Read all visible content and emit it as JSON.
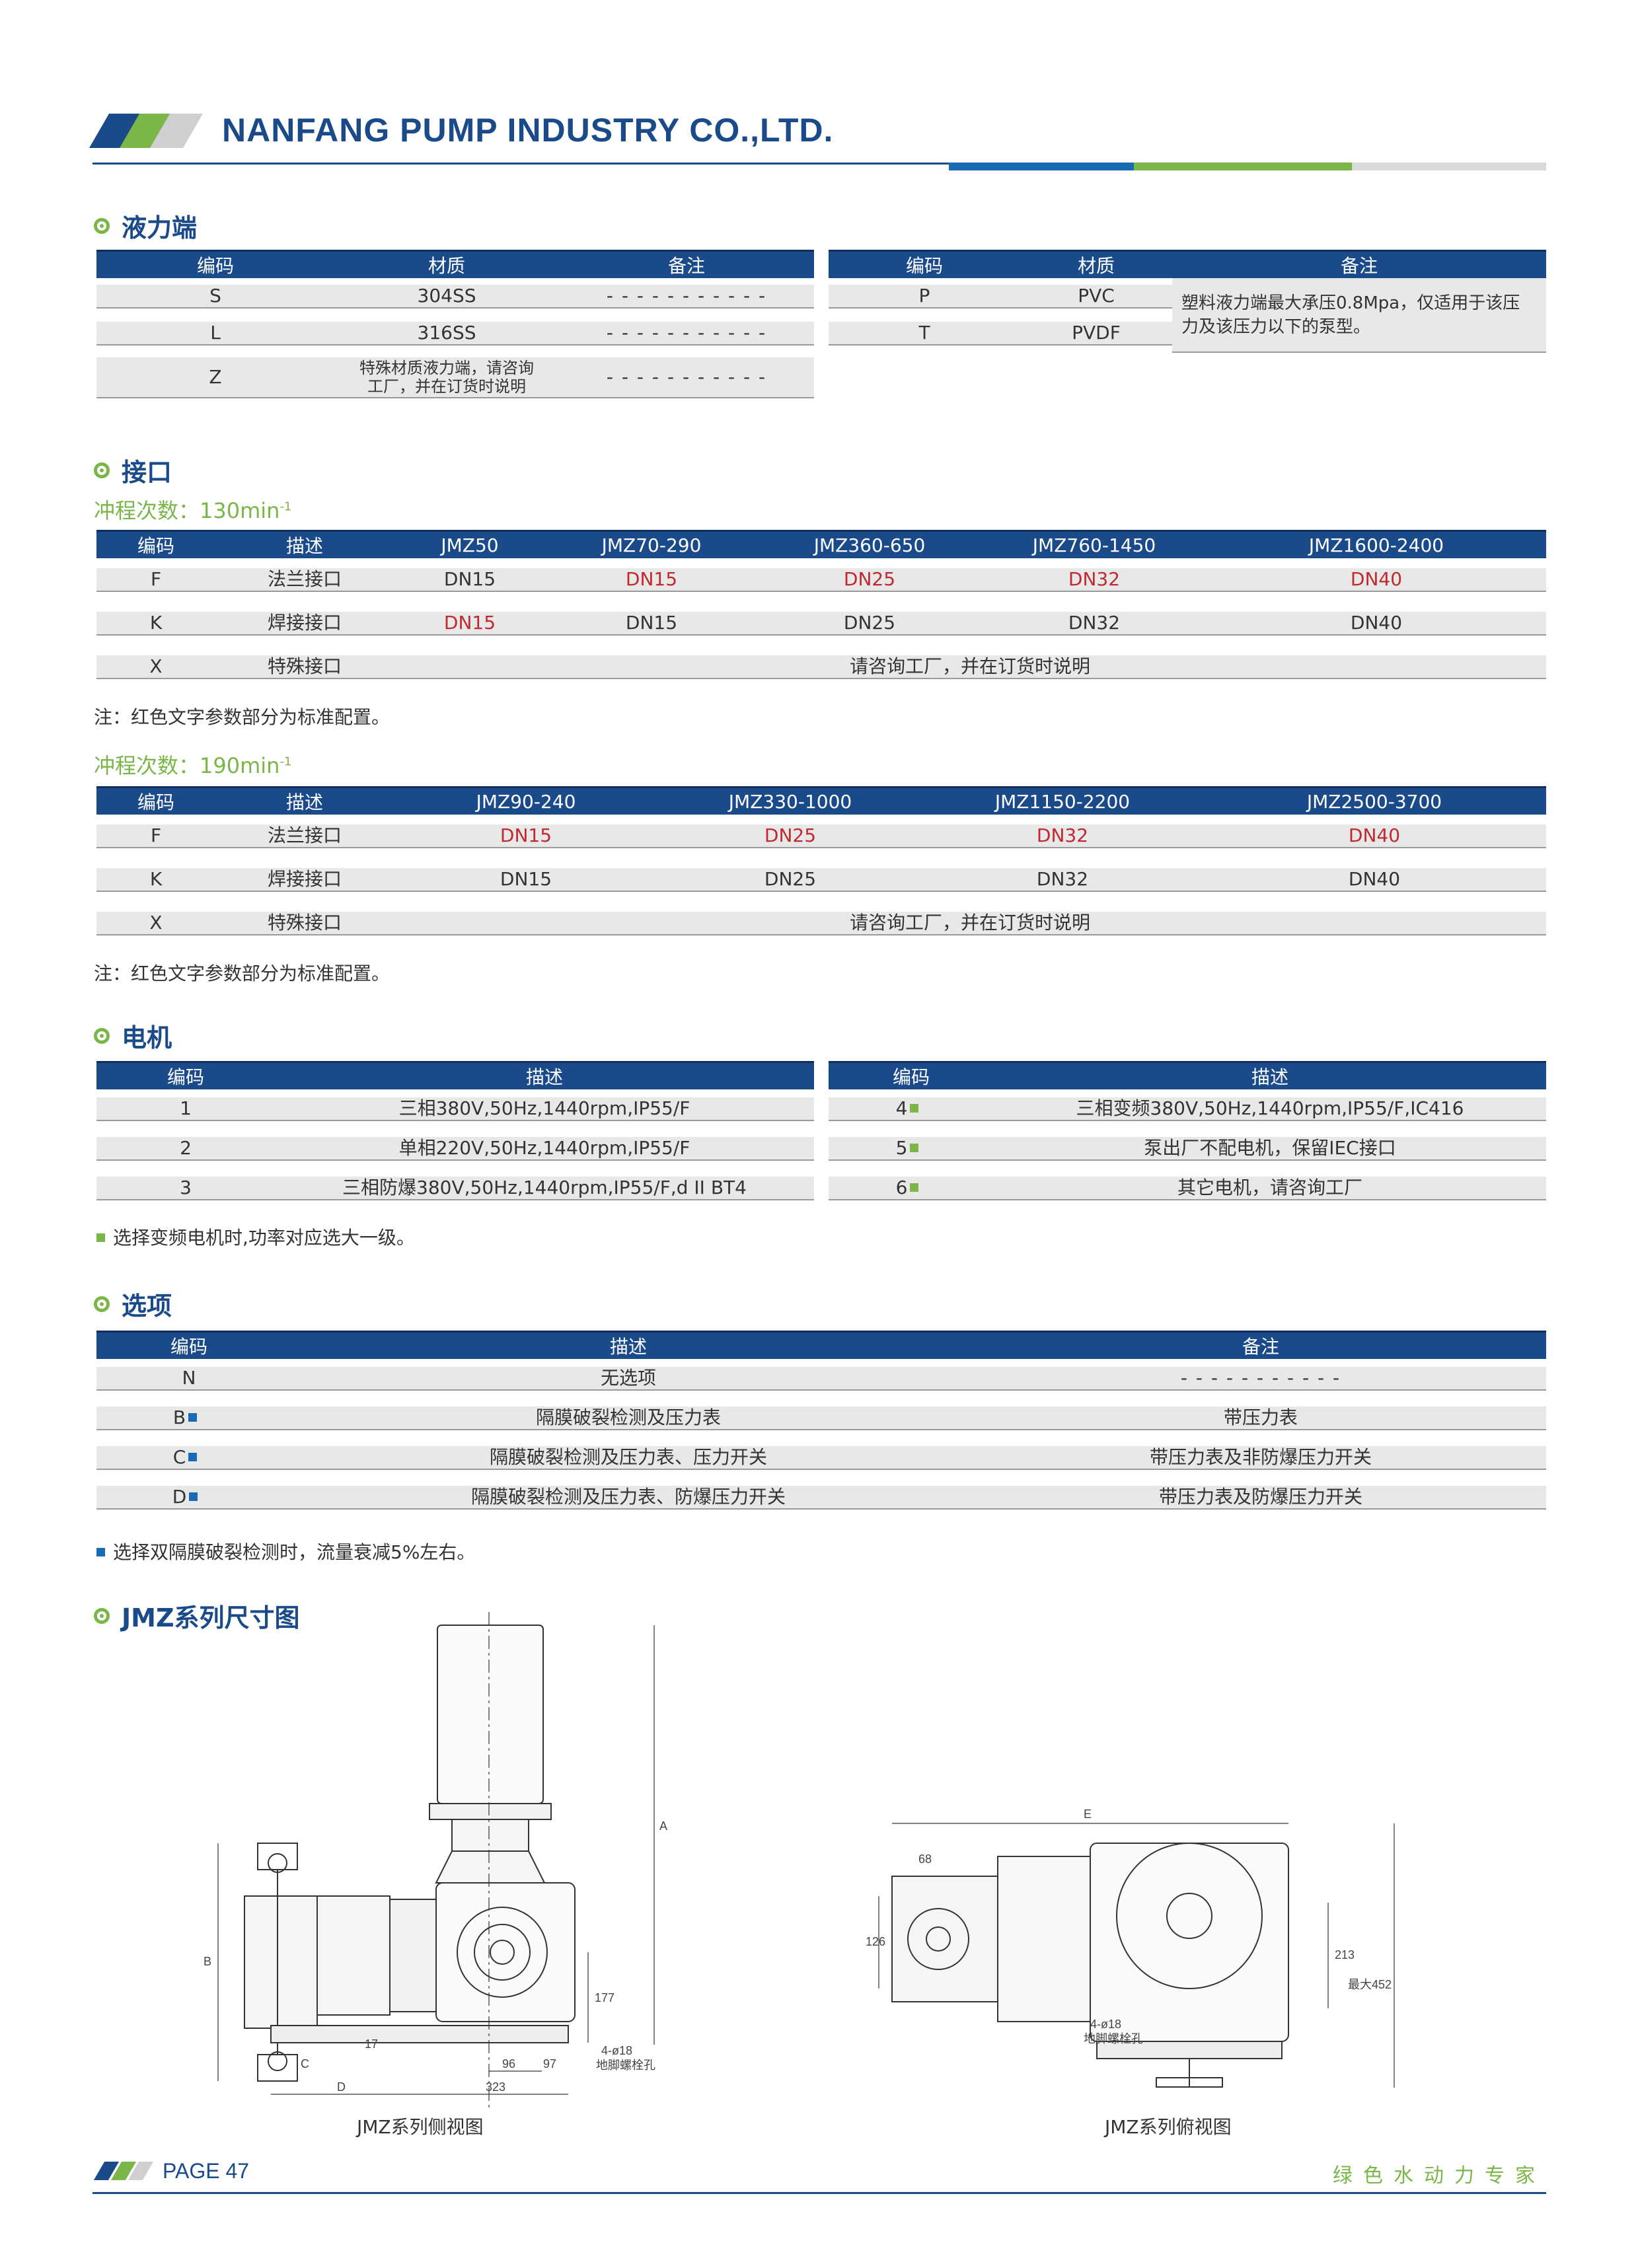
{
  "header": {
    "company": "NANFANG PUMP INDUSTRY CO.,LTD."
  },
  "colors": {
    "brand_blue": "#1a4a8a",
    "brand_green": "#7ab648",
    "highlight_red": "#c0292f",
    "row_gray": "#e8e8e8"
  },
  "hydraulic": {
    "title": "液力端",
    "left_headers": [
      "编码",
      "材质",
      "备注"
    ],
    "left_rows": [
      {
        "code": "S",
        "material": "304SS",
        "remark": "- - - - - - - - - - -"
      },
      {
        "code": "L",
        "material": "316SS",
        "remark": "- - - - - - - - - - -"
      },
      {
        "code": "Z",
        "material_line1": "特殊材质液力端，请咨询",
        "material_line2": "工厂，并在订货时说明",
        "remark": "- - - - - - - - - - -"
      }
    ],
    "right_headers": [
      "编码",
      "材质",
      "备注"
    ],
    "right_rows": [
      {
        "code": "P",
        "material": "PVC"
      },
      {
        "code": "T",
        "material": "PVDF"
      }
    ],
    "right_remark": "塑料液力端最大承压0.8Mpa，仅适用于该压力及该压力以下的泵型。"
  },
  "connection": {
    "title": "接口",
    "group1": {
      "label": "冲程次数：130min",
      "sup": "-1",
      "headers": [
        "编码",
        "描述",
        "JMZ50",
        "JMZ70-290",
        "JMZ360-650",
        "JMZ760-1450",
        "JMZ1600-2400"
      ],
      "rows": [
        {
          "code": "F",
          "desc": "法兰接口",
          "v": [
            "DN15",
            "DN15",
            "DN25",
            "DN32",
            "DN40"
          ]
        },
        {
          "code": "K",
          "desc": "焊接接口",
          "v": [
            "DN15",
            "DN15",
            "DN25",
            "DN32",
            "DN40"
          ]
        }
      ],
      "special": {
        "code": "X",
        "desc": "特殊接口",
        "text": "请咨询工厂，并在订货时说明"
      }
    },
    "note1": "注：红色文字参数部分为标准配置。",
    "group2": {
      "label": "冲程次数：190min",
      "sup": "-1",
      "headers": [
        "编码",
        "描述",
        "JMZ90-240",
        "JMZ330-1000",
        "JMZ1150-2200",
        "JMZ2500-3700"
      ],
      "rows": [
        {
          "code": "F",
          "desc": "法兰接口",
          "v": [
            "DN15",
            "DN25",
            "DN32",
            "DN40"
          ]
        },
        {
          "code": "K",
          "desc": "焊接接口",
          "v": [
            "DN15",
            "DN25",
            "DN32",
            "DN40"
          ]
        }
      ],
      "special": {
        "code": "X",
        "desc": "特殊接口",
        "text": "请咨询工厂，并在订货时说明"
      }
    },
    "note2": "注：红色文字参数部分为标准配置。"
  },
  "motor": {
    "title": "电机",
    "headers": [
      "编码",
      "描述"
    ],
    "left_rows": [
      {
        "code": "1",
        "desc": "三相380V,50Hz,1440rpm,IP55/F"
      },
      {
        "code": "2",
        "desc": "单相220V,50Hz,1440rpm,IP55/F"
      },
      {
        "code": "3",
        "desc": "三相防爆380V,50Hz,1440rpm,IP55/F,d II BT4"
      }
    ],
    "right_rows": [
      {
        "code": "4",
        "desc": "三相变频380V,50Hz,1440rpm,IP55/F,IC416"
      },
      {
        "code": "5",
        "desc": "泵出厂不配电机，保留IEC接口"
      },
      {
        "code": "6",
        "desc": "其它电机，请咨询工厂"
      }
    ],
    "note": "选择变频电机时,功率对应选大一级。"
  },
  "options": {
    "title": "选项",
    "headers": [
      "编码",
      "描述",
      "备注"
    ],
    "rows": [
      {
        "code": "N",
        "desc": "无选项",
        "remark": "- - - - - - - - - - -"
      },
      {
        "code": "B",
        "desc": "隔膜破裂检测及压力表",
        "remark": "带压力表"
      },
      {
        "code": "C",
        "desc": "隔膜破裂检测及压力表、压力开关",
        "remark": "带压力表及非防爆压力开关"
      },
      {
        "code": "D",
        "desc": "隔膜破裂检测及压力表、防爆压力开关",
        "remark": "带压力表及防爆压力开关"
      }
    ],
    "note": "选择双隔膜破裂检测时，流量衰减5%左右。"
  },
  "dimensions": {
    "title": "JMZ系列尺寸图",
    "side": {
      "caption": "JMZ系列侧视图",
      "labels": {
        "A": "A",
        "B": "B",
        "C": "C",
        "D": "D",
        "d17": "17",
        "d96": "96",
        "d97": "97",
        "d177": "177",
        "d323": "323",
        "holes": "4-ø18",
        "holes_note": "地脚螺栓孔"
      }
    },
    "top": {
      "caption": "JMZ系列俯视图",
      "labels": {
        "E": "E",
        "d68": "68",
        "d126": "126",
        "d213": "213",
        "max452": "最大452",
        "holes": "4-ø18",
        "holes_note": "地脚螺栓孔"
      }
    }
  },
  "footer": {
    "page": "PAGE 47",
    "slogan": "绿色水动力专家"
  }
}
